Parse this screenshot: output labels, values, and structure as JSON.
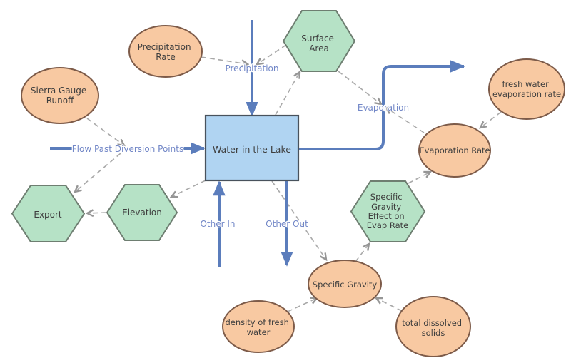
{
  "colors": {
    "background": "#ffffff",
    "flow": "#5b7dbc",
    "flow_label": "#7287c7",
    "link": "#a9a9a9",
    "link_arrow": "#969696",
    "stock_fill": "#b0d4f2",
    "stock_border": "#49525c",
    "converter_fill": "#b6e2c6",
    "converter_border": "#6e7e71",
    "variable_fill": "#f8c9a2",
    "variable_border": "#7d5b49",
    "node_text": "#3e3e3e"
  },
  "stock": {
    "label": "Water in the Lake"
  },
  "flows": {
    "precipitation": {
      "label": "Precipitation"
    },
    "flow_past_diversion_points": {
      "label": "Flow Past Diversion Points"
    },
    "evaporation": {
      "label": "Evaporation"
    },
    "other_in": {
      "label": "Other In"
    },
    "other_out": {
      "label": "Other Out"
    }
  },
  "variables": {
    "precipitation_rate": {
      "lines": [
        "Precipitation",
        "Rate"
      ]
    },
    "sierra_gauge_runoff": {
      "lines": [
        "Sierra Gauge",
        "Runoff"
      ]
    },
    "fresh_water_evaporation_rate": {
      "lines": [
        "fresh water",
        "evaporation rate"
      ]
    },
    "evaporation_rate": {
      "lines": [
        "Evaporation Rate"
      ]
    },
    "specific_gravity": {
      "lines": [
        "Specific Gravity"
      ]
    },
    "density_of_fresh_water": {
      "lines": [
        "density of fresh",
        "water"
      ]
    },
    "total_dissolved_solids": {
      "lines": [
        "total dissolved",
        "solids"
      ]
    }
  },
  "converters": {
    "surface_area": {
      "lines": [
        "Surface",
        "Area"
      ]
    },
    "export": {
      "lines": [
        "Export"
      ]
    },
    "elevation": {
      "lines": [
        "Elevation"
      ]
    },
    "specific_gravity_effect_on_evap_rate": {
      "lines": [
        "Specific",
        "Gravity",
        "Effect on",
        "Evap Rate"
      ]
    }
  },
  "links": [
    {
      "from": "Precipitation Rate",
      "to": "Precipitation"
    },
    {
      "from": "Surface Area",
      "to": "Precipitation"
    },
    {
      "from": "Water in the Lake",
      "to": "Surface Area"
    },
    {
      "from": "Surface Area",
      "to": "Evaporation"
    },
    {
      "from": "Evaporation Rate",
      "to": "Evaporation"
    },
    {
      "from": "fresh water evaporation rate",
      "to": "Evaporation Rate"
    },
    {
      "from": "Specific Gravity Effect on Evap Rate",
      "to": "Evaporation Rate"
    },
    {
      "from": "Specific Gravity",
      "to": "Specific Gravity Effect on Evap Rate"
    },
    {
      "from": "Water in the Lake",
      "to": "Specific Gravity"
    },
    {
      "from": "Water in the Lake",
      "to": "Elevation"
    },
    {
      "from": "Elevation",
      "to": "Export"
    },
    {
      "from": "Sierra Gauge Runoff",
      "to": "Flow Past Diversion Points"
    },
    {
      "from": "Flow Past Diversion Points",
      "to": "Export"
    },
    {
      "from": "density of fresh water",
      "to": "Specific Gravity"
    },
    {
      "from": "total dissolved solids",
      "to": "Specific Gravity"
    }
  ]
}
